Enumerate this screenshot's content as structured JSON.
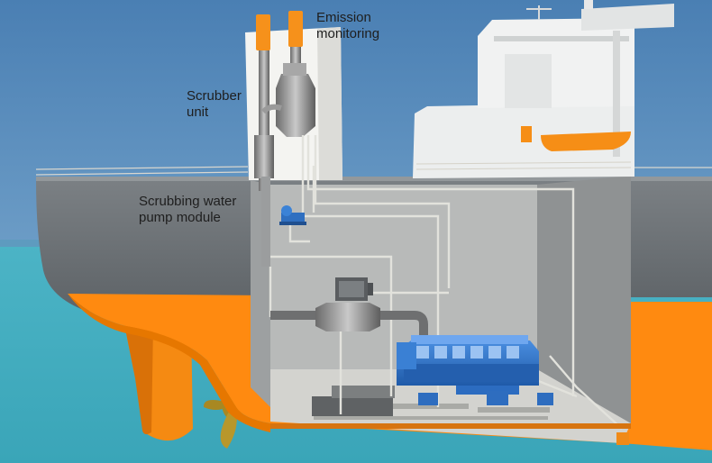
{
  "labels": {
    "emission_monitoring": [
      "Emission",
      "monitoring"
    ],
    "scrubber_unit": [
      "Scrubber",
      "unit"
    ],
    "scrubbing_water_pump_module": [
      "Scrubbing water",
      "pump module"
    ]
  },
  "colors": {
    "sky": "#4f86b8",
    "sea": "#49b6c8",
    "hull_grey": "#6f7478",
    "hull_orange": "#ff8a0c",
    "engine_blue": "#2f6fc0",
    "pipes": "#dcdcd6"
  }
}
